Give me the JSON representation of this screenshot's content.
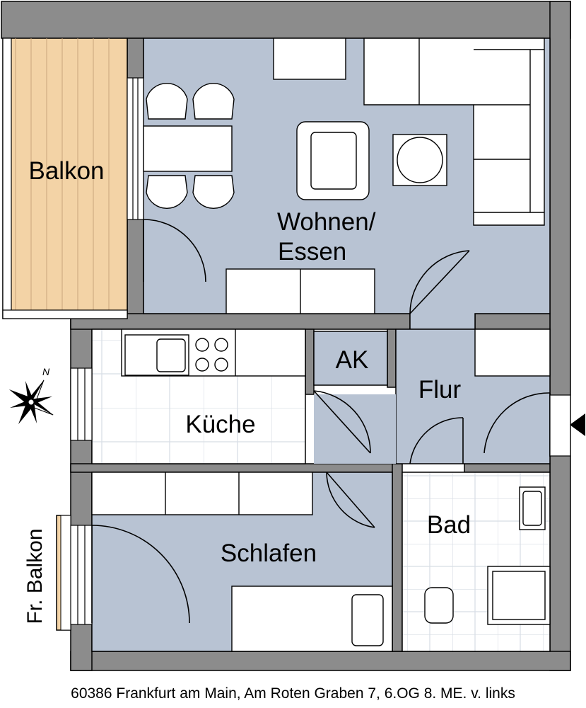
{
  "rooms": {
    "balkon": "Balkon",
    "wohnen_line1": "Wohnen/",
    "wohnen_line2": "Essen",
    "kueche": "Küche",
    "ak": "AK",
    "flur": "Flur",
    "bad": "Bad",
    "schlafen": "Schlafen",
    "fr_balkon": "Fr. Balkon"
  },
  "compass": {
    "north_label": "N"
  },
  "caption": "60386 Frankfurt am Main, Am Roten Graben 7, 6.OG 8. ME. v. links",
  "colors": {
    "wall": "#8c8c8c",
    "room_fill": "#b8c3d3",
    "balcony_fill": "#f3d3a6",
    "tile_line": "#d7dde5",
    "line": "#000000"
  }
}
